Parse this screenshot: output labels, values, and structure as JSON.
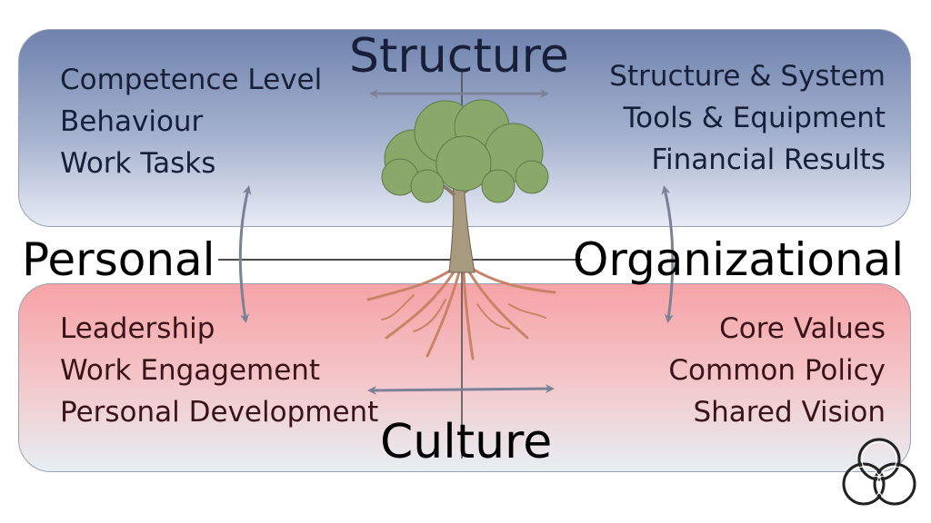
{
  "axes": {
    "top": "Structure",
    "bottom": "Culture",
    "left": "Personal",
    "right": "Organizational"
  },
  "quadrants": {
    "top_left": [
      "Competence Level",
      "Behaviour",
      "Work Tasks"
    ],
    "top_right": [
      "Structure & System",
      "Tools & Equipment",
      "Financial Results"
    ],
    "bottom_left": [
      "Leadership",
      "Work Engagement",
      "Personal Development"
    ],
    "bottom_right": [
      "Core Values",
      "Common Policy",
      "Shared Vision"
    ]
  },
  "colors": {
    "structure_band": "#6f82ad",
    "culture_band": "#f6a3a6",
    "arrow": "#7b8196",
    "foliage": "#8aa86a",
    "roots": "#c98366"
  }
}
